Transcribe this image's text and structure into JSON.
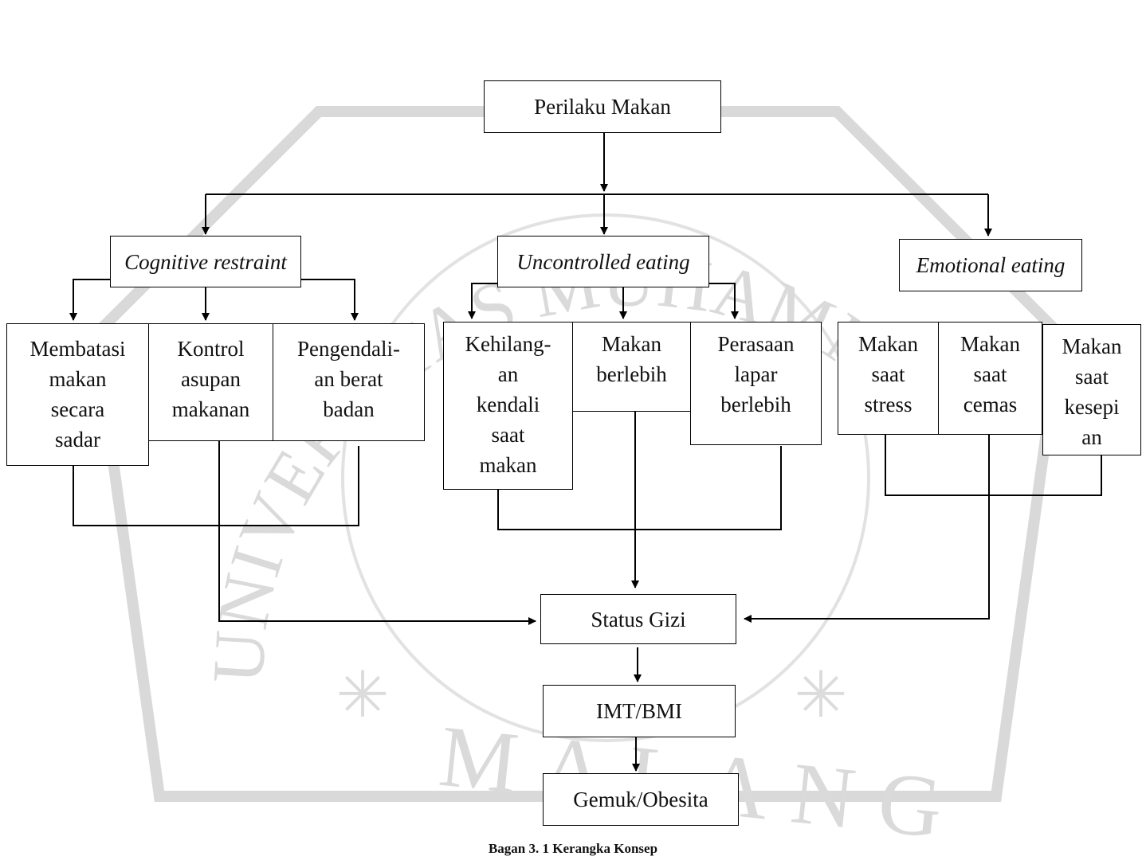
{
  "diagram": {
    "root": "Perilaku Makan",
    "categories": [
      {
        "label": "Cognitive restraint",
        "items": [
          "Membatasi\nmakan\nsecara\nsadar",
          "Kontrol\nasupan\nmakanan",
          "Pengendali-\nan berat\nbadan"
        ]
      },
      {
        "label": "Uncontrolled eating",
        "items": [
          "Kehilang-\nan\nkendali\nsaat\nmakan",
          "Makan\nberlebih",
          "Perasaan\nlapar\nberlebih"
        ]
      },
      {
        "label": "Emotional eating",
        "items": [
          "Makan\nsaat\nstress",
          "Makan\nsaat\ncemas",
          "Makan\nsaat\nkesepi\nan"
        ]
      }
    ],
    "outcomes": [
      "Status Gizi",
      "IMT/BMI",
      "Gemuk/Obesita"
    ]
  },
  "caption": "Bagan 3. 1 Kerangka Konsep",
  "watermark": {
    "text_top": "UNIVERSITAS MUHAMMADIYAH",
    "text_bottom": "MALANG",
    "color": "#d4d4d4"
  },
  "colors": {
    "line": "#000000",
    "box_border": "#000000",
    "text": "#111111"
  }
}
